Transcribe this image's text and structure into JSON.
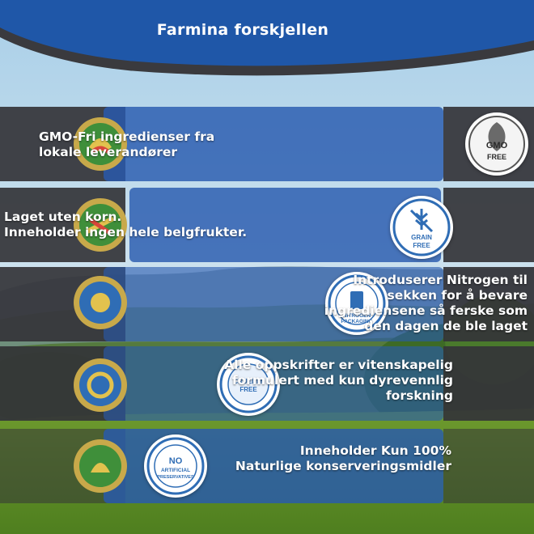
{
  "header": {
    "title": "Farmina forskjellen"
  },
  "features": [
    {
      "text_lines": [
        "GMO-Fri ingredienser fra",
        "lokale leverandører"
      ],
      "badge_lines": [
        "GMO",
        "FREE"
      ],
      "badge_icon": "gmo-free-icon"
    },
    {
      "text_lines": [
        "Laget uten korn.",
        "Inneholder ingen hele belgfrukter."
      ],
      "badge_lines": [
        "GRAIN",
        "FREE"
      ],
      "badge_icon": "grain-free-icon"
    },
    {
      "text_lines": [
        "Introduserer Nitrogen til",
        "sekken for å bevare",
        "ingrediensene så ferske som",
        "den dagen de ble laget"
      ],
      "badge_lines": [
        "NITROGEN",
        "PACKAGING"
      ],
      "badge_icon": "nitrogen-packaging-icon"
    },
    {
      "text_lines": [
        "Alle oppskrifter er vitenskapelig",
        "formulert med kun dyrevennlig",
        "forskning"
      ],
      "badge_lines": [
        "CRUELTY",
        "FREE"
      ],
      "badge_icon": "cruelty-free-icon"
    },
    {
      "text_lines": [
        "Inneholder Kun 100%",
        "Naturlige konserveringsmidler"
      ],
      "badge_lines": [
        "NO",
        "ARTIFICIAL",
        "PRESERVATIVES"
      ],
      "badge_icon": "no-artificial-preservatives-icon"
    }
  ],
  "colors": {
    "header_blue": "#1f57a8",
    "header_dark": "#3a3a3e",
    "bar_blue": "#2b5cb0",
    "bar_dark": "#333338",
    "badge_green": "#4c9a3c",
    "badge_blue": "#2f6db5"
  }
}
